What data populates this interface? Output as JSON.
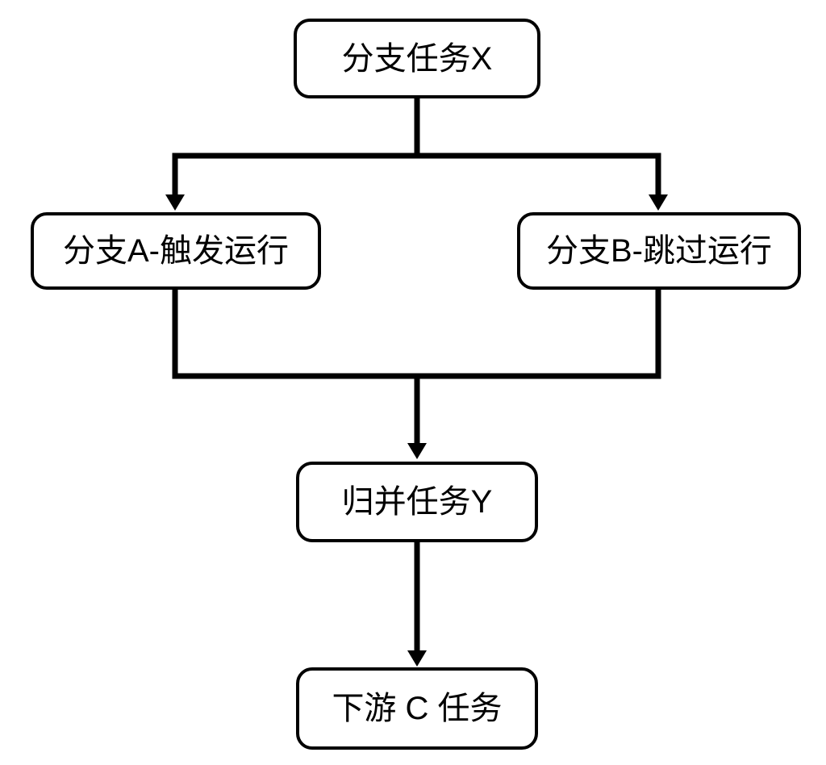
{
  "diagram": {
    "type": "flowchart",
    "background_color": "#ffffff",
    "line_color": "#000000",
    "node_fill_color": "#ffffff",
    "node_border_color": "#000000",
    "nodes": {
      "branch_x": {
        "label": "分支任务X"
      },
      "branch_a": {
        "label": "分支A-触发运行"
      },
      "branch_b": {
        "label": "分支B-跳过运行"
      },
      "merge_y": {
        "label": "归并任务Y"
      },
      "downstream_c": {
        "label": "下游 C 任务"
      }
    },
    "edges": [
      {
        "from": "branch_x",
        "to": "branch_a",
        "arrow": true
      },
      {
        "from": "branch_x",
        "to": "branch_b",
        "arrow": true
      },
      {
        "from": "branch_a",
        "to": "merge_y",
        "arrow": true
      },
      {
        "from": "branch_b",
        "to": "merge_y",
        "arrow": true
      },
      {
        "from": "merge_y",
        "to": "downstream_c",
        "arrow": true
      }
    ]
  }
}
